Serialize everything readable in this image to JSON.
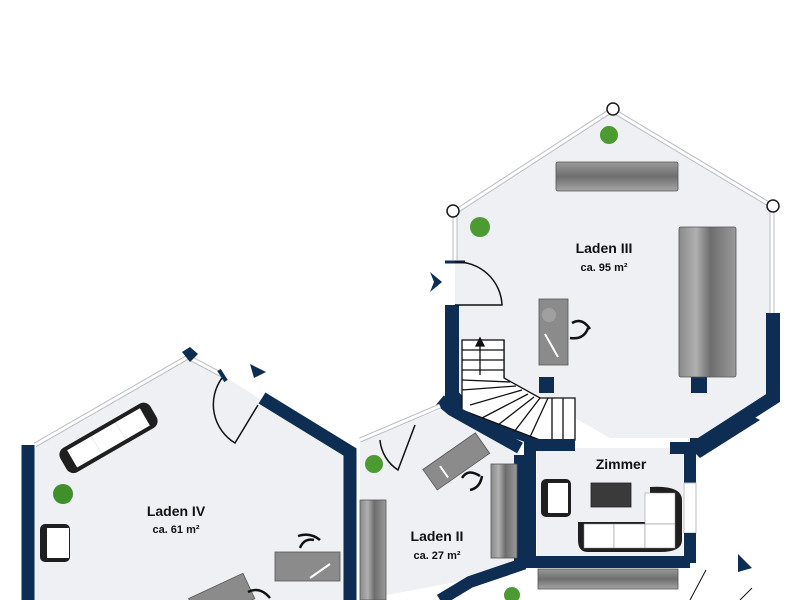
{
  "plan": {
    "colors": {
      "wall": "#0d2d52",
      "floor": "#eef0f3",
      "furniture_gray": "#7f7f7f",
      "sofa_dark": "#1f1f1f",
      "plant_green": "#3f8f2a",
      "background": "#ffffff"
    },
    "rooms": [
      {
        "id": "laden-iii",
        "name": "Laden III",
        "area": "ca. 95 m²"
      },
      {
        "id": "laden-iv",
        "name": "Laden IV",
        "area": "ca. 61 m²"
      },
      {
        "id": "laden-ii",
        "name": "Laden II",
        "area": "ca. 27 m²"
      },
      {
        "id": "zimmer",
        "name": "Zimmer",
        "area": ""
      }
    ],
    "icons": {
      "entrance": "entrance-arrow-icon",
      "stairs": "staircase-icon",
      "plant": "plant-icon",
      "desk": "desk-icon",
      "chair": "chair-icon",
      "sofa": "sofa-icon",
      "armchair": "armchair-icon",
      "table": "coffee-table-icon",
      "cabinet": "cabinet-icon",
      "door": "door-swing-icon",
      "column": "column-marker-icon"
    }
  }
}
